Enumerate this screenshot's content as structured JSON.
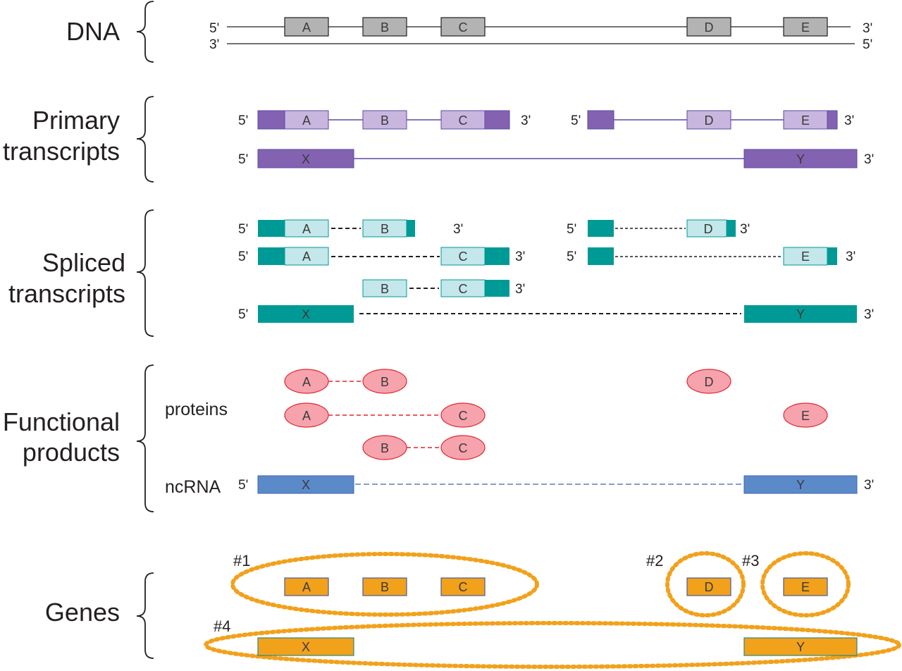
{
  "labels": {
    "dna": "DNA",
    "primary_1": "Primary",
    "primary_2": "transcripts",
    "spliced_1": "Spliced",
    "spliced_2": "transcripts",
    "functional_1": "Functional",
    "functional_2": "products",
    "genes": "Genes",
    "proteins": "proteins",
    "ncrna": "ncRNA"
  },
  "ends": {
    "five": "5'",
    "three": "3'"
  },
  "exons": {
    "a": "A",
    "b": "B",
    "c": "C",
    "d": "D",
    "e": "E",
    "x": "X",
    "y": "Y"
  },
  "gene_numbers": {
    "g1": "#1",
    "g2": "#2",
    "g3": "#3",
    "g4": "#4"
  },
  "colors": {
    "dna_exon": "#b3b3b3",
    "primary_exon_light": "#c9b6df",
    "primary_exon_dark": "#8362b1",
    "primary_line": "#5b4aa6",
    "spliced_light": "#c3e7ea",
    "spliced_dark": "#009a96",
    "protein_fill": "#f6a3ae",
    "protein_stroke": "#e0262b",
    "ncrna_fill": "#5b8ac9",
    "gene_fill": "#f2a11b",
    "gene_outline": "#f2a11b"
  }
}
